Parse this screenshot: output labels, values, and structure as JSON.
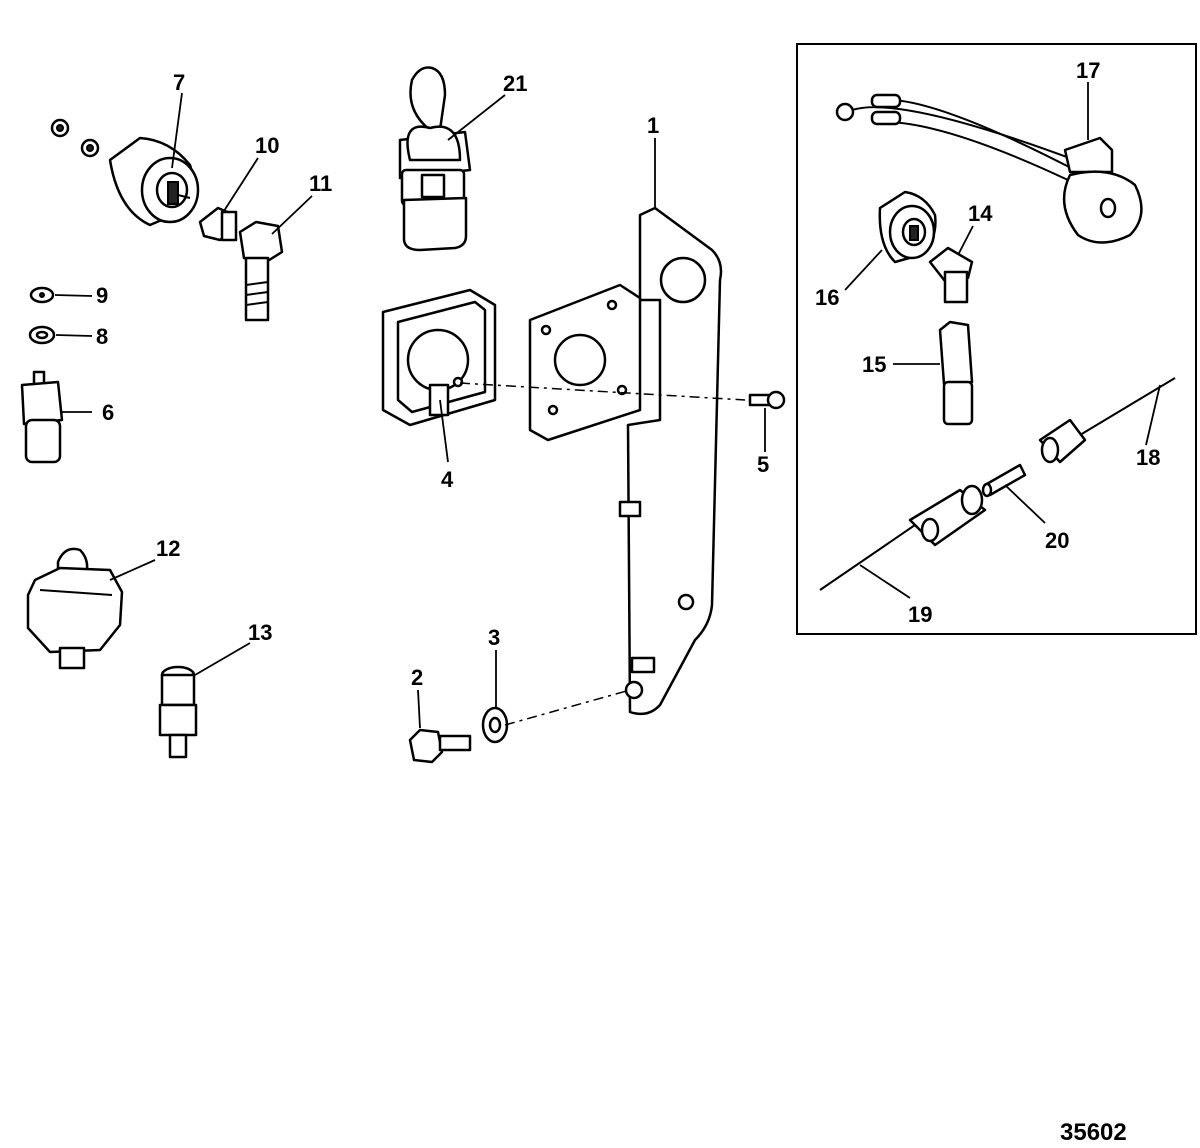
{
  "diagram": {
    "figure_number": "35602",
    "callouts": [
      "1",
      "2",
      "3",
      "4",
      "5",
      "6",
      "7",
      "8",
      "9",
      "10",
      "11",
      "12",
      "13",
      "14",
      "15",
      "16",
      "17",
      "18",
      "19",
      "20",
      "21"
    ]
  }
}
